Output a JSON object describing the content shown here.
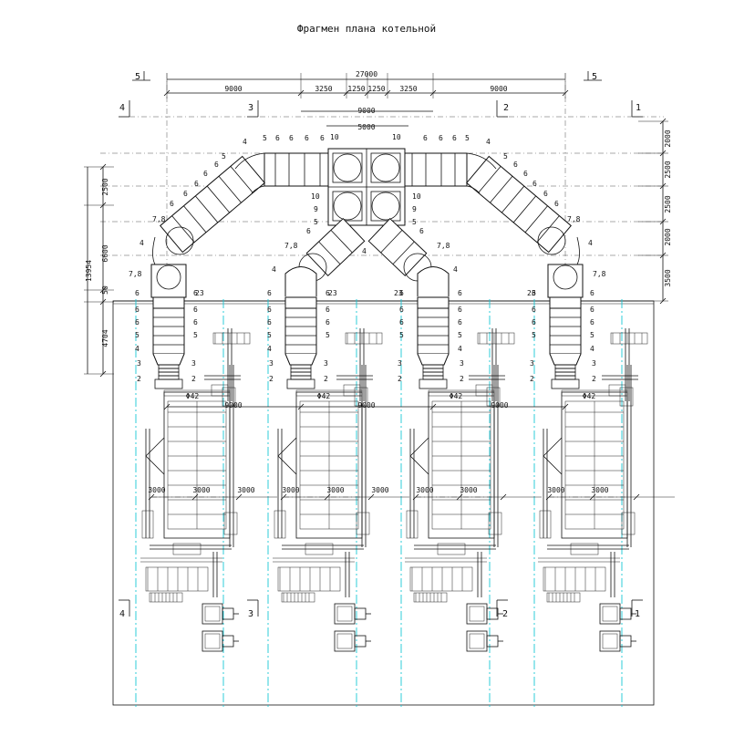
{
  "title": "Фрагмен плана котельной",
  "dimensions": {
    "total": "27000",
    "segments": [
      "9000",
      "3250",
      "1250",
      "1250",
      "3250",
      "9000"
    ],
    "inner": "9000",
    "inner2": "5000",
    "right": [
      "2000",
      "2500",
      "2500",
      "2000",
      "3500"
    ],
    "left_outer": "13954",
    "left": [
      "2500",
      "6600",
      "50",
      "4704"
    ],
    "mid_row": "9000",
    "module": [
      "3000",
      "3000",
      "3000"
    ],
    "pipe": "Φ42"
  },
  "sections": {
    "s5": "5",
    "s4": "4",
    "s3": "3",
    "s2": "2",
    "s1": "1"
  },
  "callouts": {
    "c1": "1",
    "c2": "2",
    "c3": "3",
    "c4": "4",
    "c5": "5",
    "c6": "6",
    "c78": "7,8",
    "c9": "9",
    "c10": "10",
    "c23": "23"
  }
}
